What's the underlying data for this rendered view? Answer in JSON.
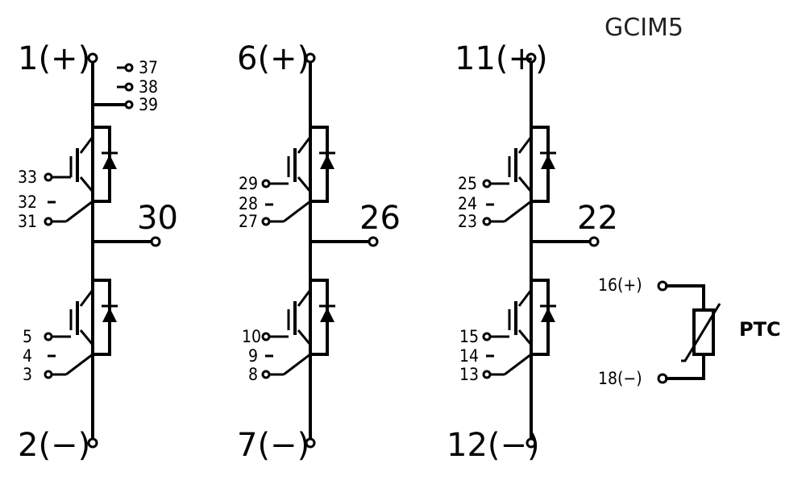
{
  "header": {
    "title": "GCIM5"
  },
  "legs": [
    {
      "plus_label": "1(+)",
      "minus_label": "2(−)",
      "output_label": "30",
      "aux_pins": [
        "37",
        "38",
        "39"
      ],
      "upper": {
        "g": "33",
        "a": "32",
        "e": "31"
      },
      "lower": {
        "g": "5",
        "a": "4",
        "e": "3"
      }
    },
    {
      "plus_label": "6(+)",
      "minus_label": "7(−)",
      "output_label": "26",
      "aux_pins": [],
      "upper": {
        "g": "29",
        "a": "28",
        "e": "27"
      },
      "lower": {
        "g": "10",
        "a": "9",
        "e": "8"
      }
    },
    {
      "plus_label": "11(+)",
      "minus_label": "12(−)",
      "output_label": "22",
      "aux_pins": [],
      "upper": {
        "g": "25",
        "a": "24",
        "e": "23"
      },
      "lower": {
        "g": "15",
        "a": "14",
        "e": "13"
      }
    }
  ],
  "ptc": {
    "label": "PTC",
    "plus_label": "16(+)",
    "minus_label": "18(−)"
  }
}
